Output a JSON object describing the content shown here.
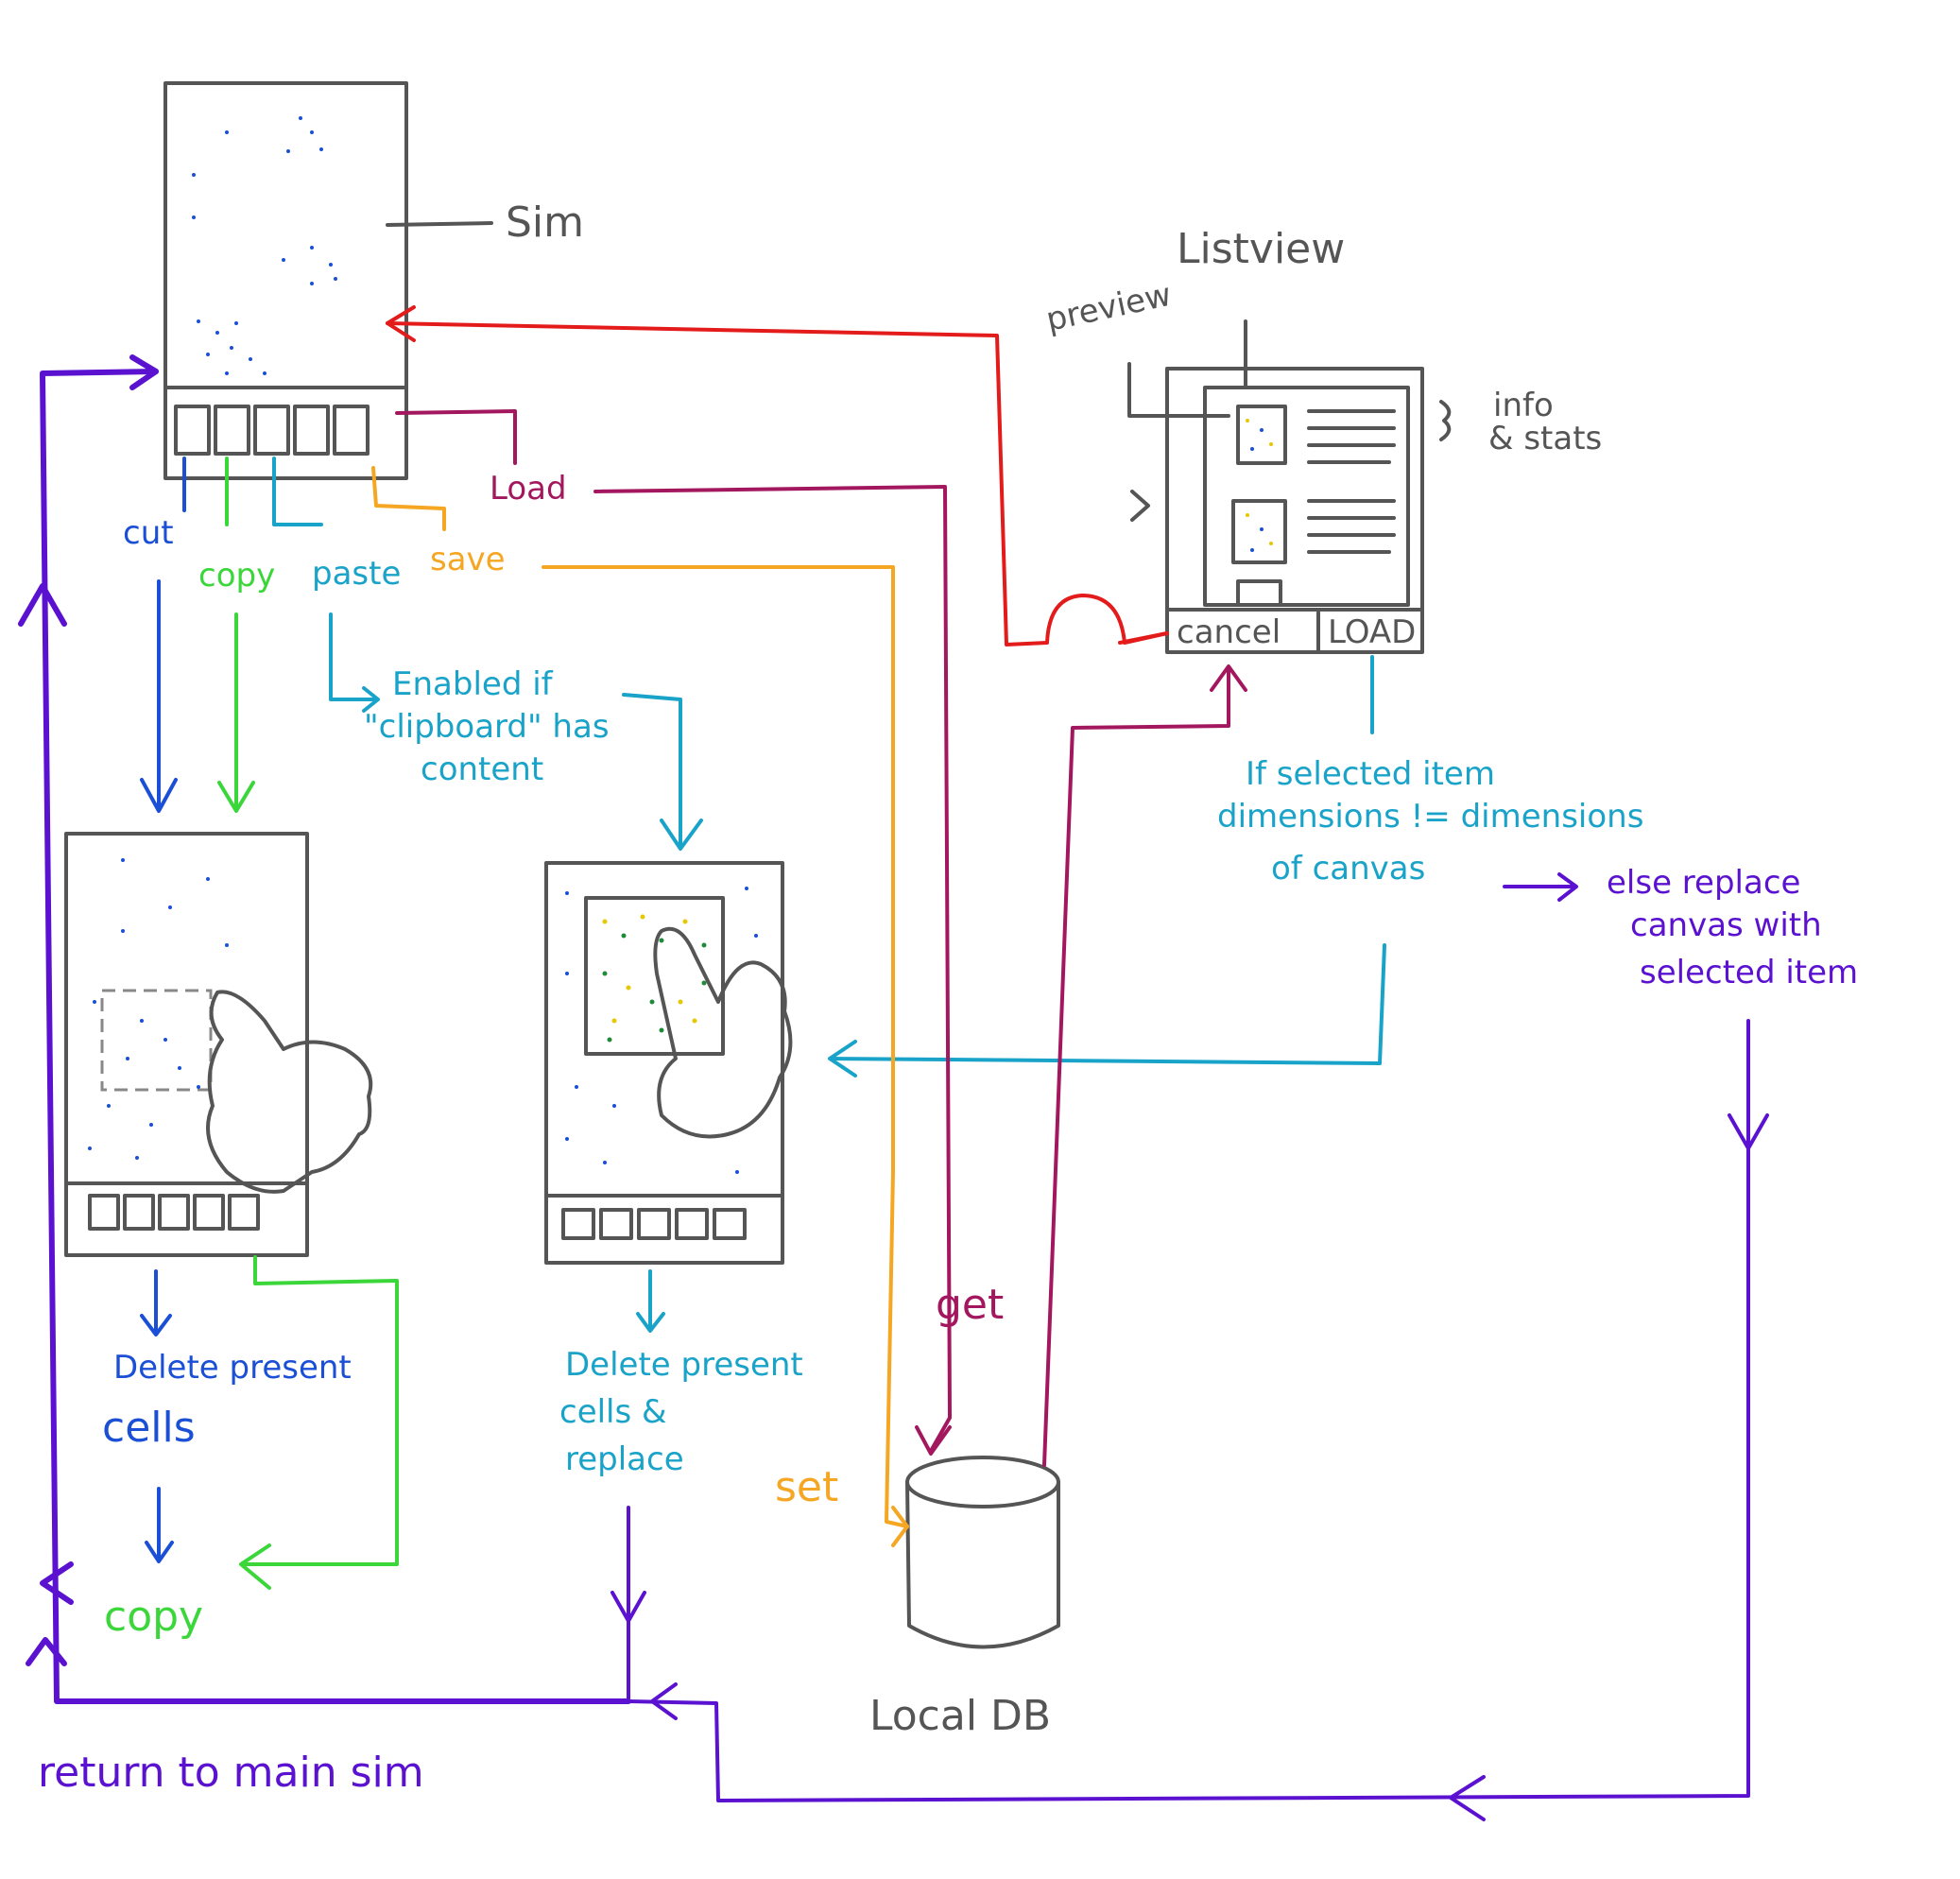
{
  "labels": {
    "sim": "Sim",
    "listview": "Listview",
    "preview": "preview",
    "info_stats_1": "info",
    "info_stats_2": "& stats",
    "cut": "cut",
    "copy": "copy",
    "paste": "paste",
    "save": "save",
    "load": "Load",
    "enabled_1": "Enabled if",
    "enabled_2": "\"clipboard\" has",
    "enabled_3": "content",
    "cancel": "cancel",
    "load_btn": "LOAD",
    "if_selected_1": "If selected item",
    "if_selected_2": "dimensions != dimensions",
    "if_selected_3": "of canvas",
    "else_1": "else replace",
    "else_2": "canvas with",
    "else_3": "selected item",
    "delete_left_1": "Delete present",
    "delete_left_2": "cells",
    "copy_bottom": "copy",
    "delete_mid_1": "Delete present",
    "delete_mid_2": "cells &",
    "delete_mid_3": "replace",
    "get": "get",
    "set": "set",
    "local_db": "Local DB",
    "return": "return to main sim"
  },
  "colors": {
    "ink": "#555555",
    "blue": "#1a4fd6",
    "green": "#3ad63a",
    "teal": "#1aa3c9",
    "orange": "#f5a623",
    "magenta": "#a3175f",
    "red": "#e31b1b",
    "purple": "#5b12d0",
    "yellow": "#e6c800"
  }
}
